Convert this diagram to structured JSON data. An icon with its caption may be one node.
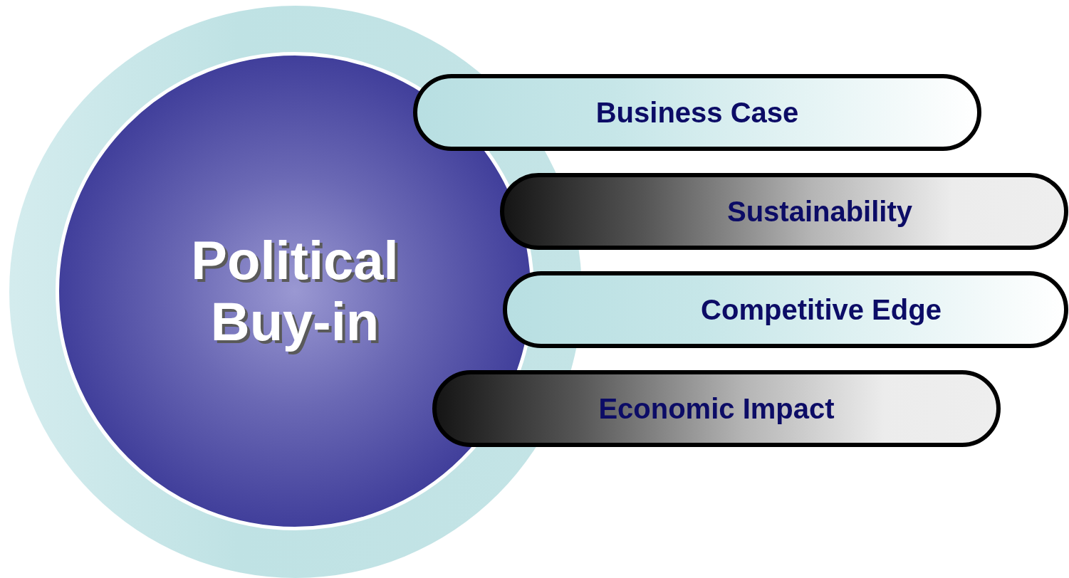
{
  "diagram": {
    "nodes": [
      {
        "text": [
          "Political Buy-in"
        ]
      },
      {
        "text": [
          "Business Case"
        ]
      },
      {
        "text": [
          "Sustainability"
        ]
      },
      {
        "text": [
          "Competitive Edge"
        ]
      },
      {
        "text": [
          "Economic Impact"
        ]
      }
    ]
  }
}
